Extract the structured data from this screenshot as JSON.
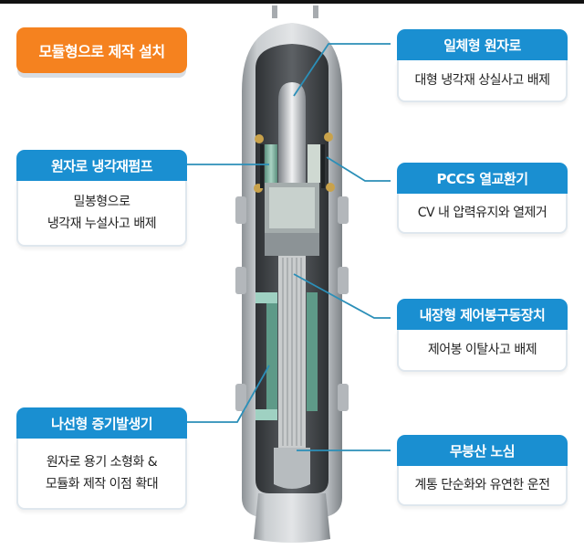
{
  "title_badge": {
    "label": "모듈형으로 제작 설치",
    "color": "#f5821f"
  },
  "accent_color": "#1a8fd1",
  "callouts": {
    "integral_reactor": {
      "title": "일체형 원자로",
      "lines": [
        "대형 냉각재 상실사고 배제"
      ]
    },
    "coolant_pump": {
      "title": "원자로 냉각재펌프",
      "lines": [
        "밀봉형으로",
        "냉각재 누설사고 배제"
      ]
    },
    "pccs": {
      "title": "PCCS 열교환기",
      "lines": [
        "CV 내 압력유지와 열제거"
      ]
    },
    "crdm": {
      "title": "내장형 제어봉구동장치",
      "lines": [
        "제어봉 이탈사고 배제"
      ]
    },
    "steam_generator": {
      "title": "나선형 증기발생기",
      "lines": [
        "원자로 용기 소형화 &",
        "모듈화 제작 이점 확대"
      ]
    },
    "boron_free_core": {
      "title": "무붕산 노심",
      "lines": [
        "계통 단순화와 유연한 운전"
      ]
    }
  },
  "figure": {
    "subject": "small-modular-reactor-cutaway"
  }
}
